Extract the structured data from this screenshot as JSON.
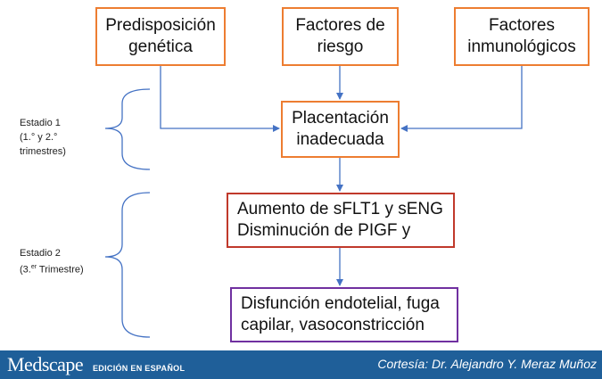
{
  "colors": {
    "orange": "#ED7D31",
    "red": "#C0392B",
    "purple": "#7030A0",
    "arrow": "#4472C4",
    "brace": "#4472C4",
    "footer": "#1F5F99"
  },
  "boxes": {
    "predisposicion": [
      "Predisposición",
      "genética"
    ],
    "factores_riesgo": [
      "Factores de",
      "riesgo"
    ],
    "factores_inmunologicos": [
      "Factores",
      "inmunológicos"
    ],
    "placentacion": [
      "Placentación",
      "inadecuada"
    ],
    "aumento": [
      "Aumento de sFLT1 y sENG",
      "Disminución de PIGF y"
    ],
    "disfuncion": [
      "Disfunción endotelial, fuga",
      "capilar, vasoconstricción"
    ]
  },
  "stages": {
    "stage1": [
      "Estadio 1",
      "(1.° y 2.°",
      "trimestres)"
    ],
    "stage2": {
      "title": "Estadio 2",
      "prefix": "(3.",
      "sup": "er",
      "suffix": " Trimestre)"
    }
  },
  "footer": {
    "brand": "Medscape",
    "edition": "EDICIÓN EN ESPAÑOL",
    "credit": "Cortesía: Dr. Alejandro Y. Meraz Muñoz"
  }
}
